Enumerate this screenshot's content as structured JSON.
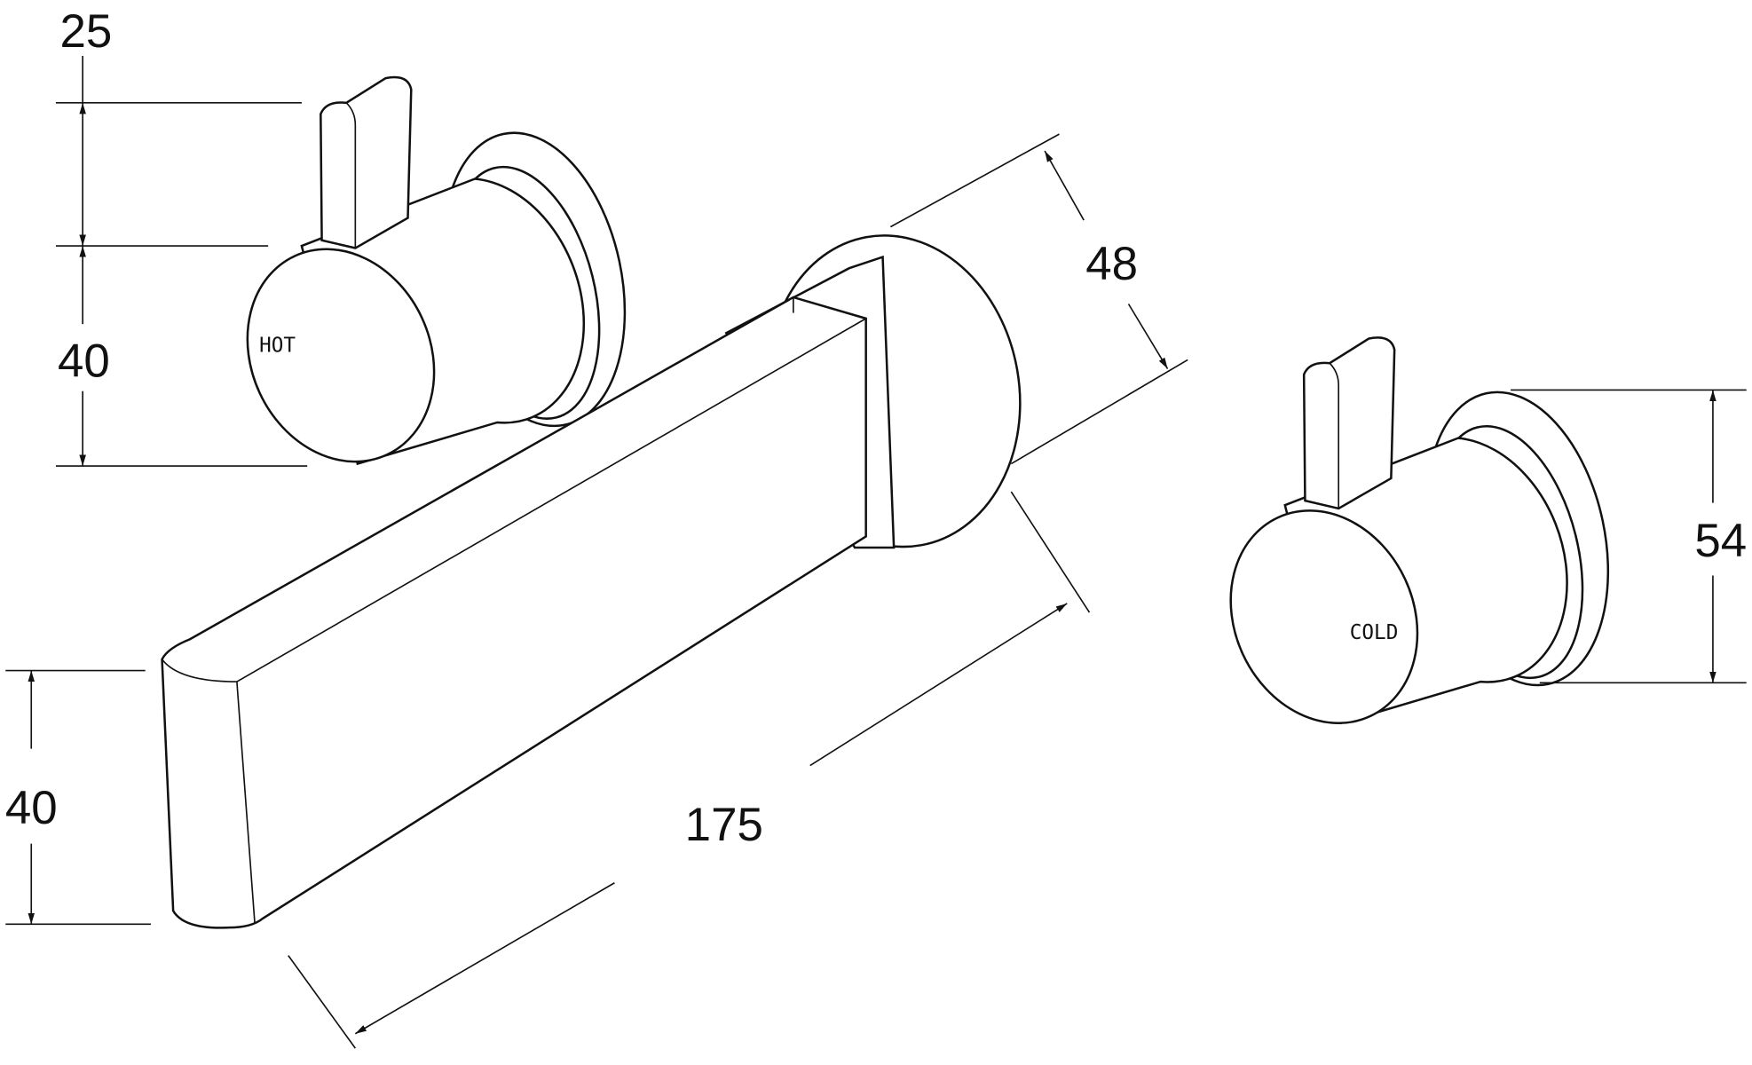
{
  "drawing": {
    "dimensions": {
      "hot_lever_height": "25",
      "hot_knob_height": "40",
      "spout_height": "40",
      "collar_diameter": "48",
      "spout_length": "175",
      "cold_flange_height": "54"
    },
    "labels": {
      "hot": "HOT",
      "cold": "COLD"
    }
  }
}
